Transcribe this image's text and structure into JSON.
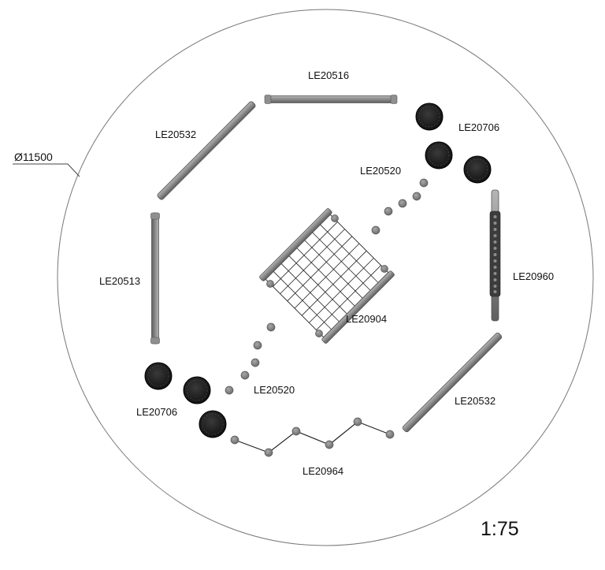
{
  "diameter_label": "Ø11500",
  "scale": "1:75",
  "labels": {
    "beam_top": "LE20516",
    "beam_upper_left": "LE20532",
    "beam_left": "LE20513",
    "beam_lower_right": "LE20532",
    "posts_upper_right": "LE20706",
    "posts_lower_left": "LE20706",
    "stepping_upper": "LE20520",
    "stepping_lower": "LE20520",
    "net_bridge": "LE20904",
    "climbing_wall": "LE20960",
    "rope_zigzag": "LE20964"
  },
  "colors": {
    "beam": "#8a8a8a",
    "beam_edge": "#555555",
    "post": "#1e1e1e",
    "stone": "#7b7b7b",
    "boundary": "#777777",
    "net": "#222222"
  }
}
